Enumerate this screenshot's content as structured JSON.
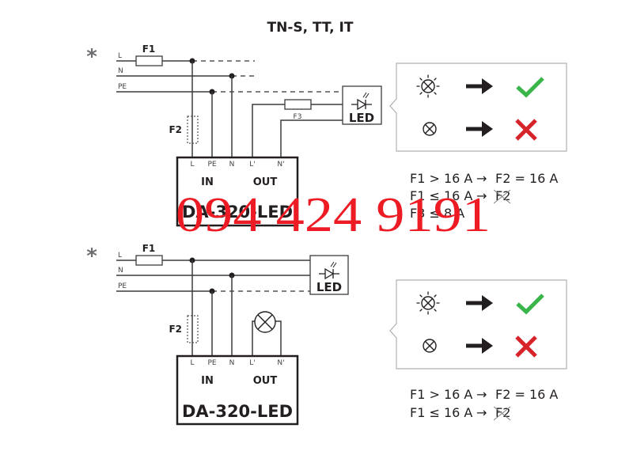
{
  "title": "TN-S, TT, IT",
  "colors": {
    "line": "#3c3c3c",
    "ok": "#39b54a",
    "fail": "#d7232a",
    "watermark": "#ed1c24",
    "box_border": "#b0b0b0"
  },
  "diagrams": [
    {
      "marker": "*",
      "lines": {
        "l": "L",
        "n": "N",
        "pe": "PE"
      },
      "fuses": {
        "f1": "F1",
        "f2": "F2",
        "f3": "F3"
      },
      "led_label": "LED",
      "terminals": [
        "L",
        "PE",
        "N",
        "L'",
        "N'"
      ],
      "in_label": "IN",
      "out_label": "OUT",
      "device_name": "DA-320-LED",
      "legend": [
        {
          "icon": "lamp-lit-icon",
          "arrow": "arrow-right-icon",
          "result": "check-icon"
        },
        {
          "icon": "lamp-off-icon",
          "arrow": "arrow-right-icon",
          "result": "cross-icon"
        }
      ],
      "rules": [
        {
          "left": "F1 > 16 A",
          "arrow": "→",
          "right": "F2 = 16 A",
          "struck": false
        },
        {
          "left": "F1 ≤ 16 A",
          "arrow": "→",
          "right": "F2",
          "struck": true
        },
        {
          "left": "F3 ≤ 8 A",
          "arrow": "",
          "right": "",
          "struck": false
        }
      ]
    },
    {
      "marker": "*",
      "lines": {
        "l": "L",
        "n": "N",
        "pe": "PE"
      },
      "fuses": {
        "f1": "F1",
        "f2": "F2"
      },
      "led_label": "LED",
      "terminals": [
        "L",
        "PE",
        "N",
        "L'",
        "N'"
      ],
      "in_label": "IN",
      "out_label": "OUT",
      "device_name": "DA-320-LED",
      "legend": [
        {
          "icon": "lamp-lit-icon",
          "arrow": "arrow-right-icon",
          "result": "check-icon"
        },
        {
          "icon": "lamp-off-icon",
          "arrow": "arrow-right-icon",
          "result": "cross-icon"
        }
      ],
      "rules": [
        {
          "left": "F1 > 16 A",
          "arrow": "→",
          "right": "F2 = 16 A",
          "struck": false
        },
        {
          "left": "F1 ≤ 16 A",
          "arrow": "→",
          "right": "F2",
          "struck": true
        }
      ]
    }
  ],
  "watermark": "094 424 9191"
}
